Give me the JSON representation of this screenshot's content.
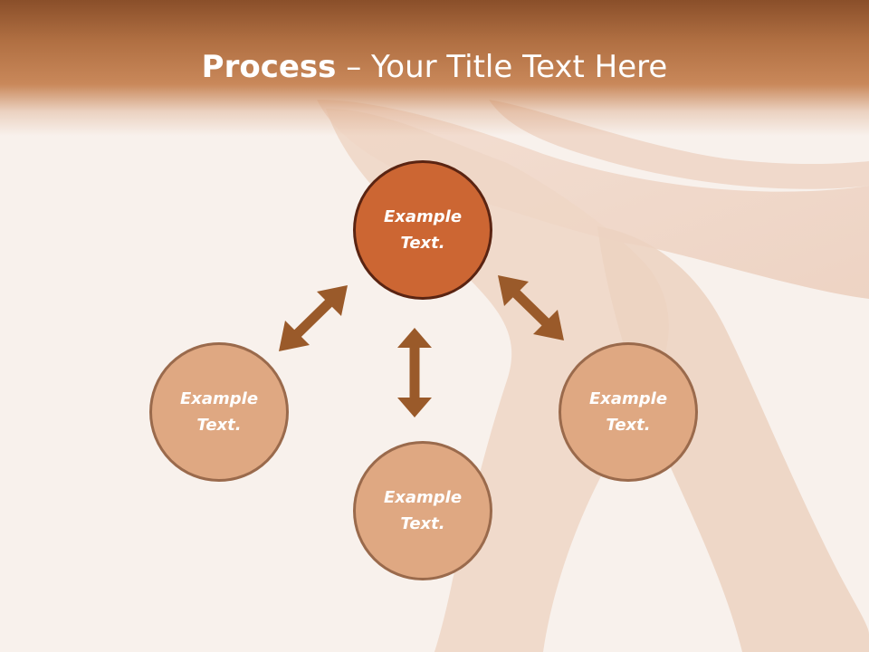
{
  "title": {
    "strong": "Process",
    "separator": " – ",
    "rest": "Your Title Text Here"
  },
  "nodes": [
    {
      "label": "Example\nText.",
      "role": "main"
    },
    {
      "label": "Example\nText.",
      "role": "left"
    },
    {
      "label": "Example\nText.",
      "role": "bottom"
    },
    {
      "label": "Example\nText.",
      "role": "right"
    }
  ],
  "colors": {
    "header": "#b06f42",
    "main_node": "#cc6633",
    "main_border": "#5a2412",
    "sub_node": "#dfa882",
    "sub_border": "#9a6a4c",
    "arrow": "#9a5a2a",
    "background": "#f7efe9"
  }
}
